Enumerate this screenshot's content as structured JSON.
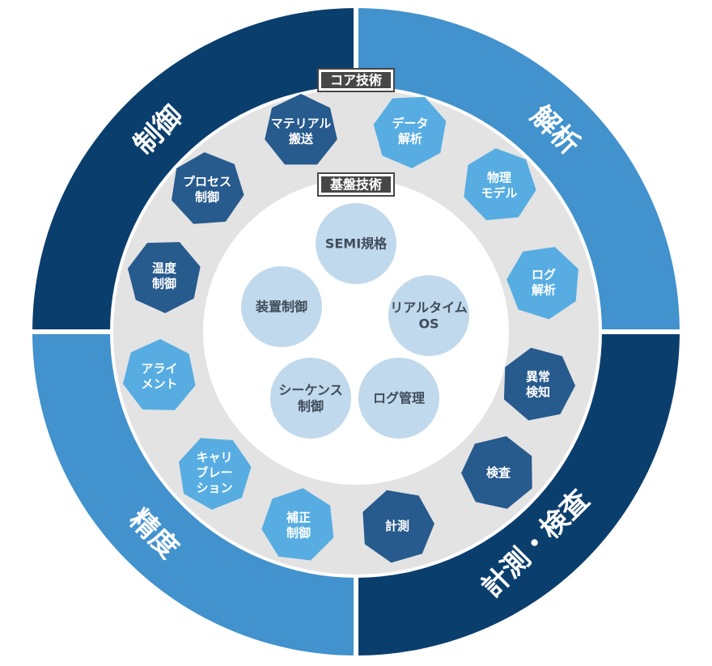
{
  "colors": {
    "navy": "#0a3e6d",
    "blue": "#4192cd",
    "hex_dark": "#275a8d",
    "hex_light": "#57ade2",
    "ring_gray": "#e3e3e4",
    "inner_circle": "#c1d9ec",
    "badge_bg": "#474747",
    "white": "#ffffff",
    "text_dark": "#3f4c5a"
  },
  "quadrants": [
    {
      "label": "制御",
      "color": "navy"
    },
    {
      "label": "解析",
      "color": "blue"
    },
    {
      "label": "計測・検査",
      "color": "navy"
    },
    {
      "label": "精度",
      "color": "blue"
    }
  ],
  "badges": {
    "core": "コア技術",
    "base": "基盤技術"
  },
  "core_technologies": [
    {
      "lines": [
        "マテリアル",
        "搬送"
      ],
      "shade": "dark"
    },
    {
      "lines": [
        "データ",
        "解析"
      ],
      "shade": "light"
    },
    {
      "lines": [
        "物理",
        "モデル"
      ],
      "shade": "light"
    },
    {
      "lines": [
        "ログ",
        "解析"
      ],
      "shade": "light"
    },
    {
      "lines": [
        "異常",
        "検知"
      ],
      "shade": "dark"
    },
    {
      "lines": [
        "検査"
      ],
      "shade": "dark"
    },
    {
      "lines": [
        "計測"
      ],
      "shade": "dark"
    },
    {
      "lines": [
        "補正",
        "制御"
      ],
      "shade": "light"
    },
    {
      "lines": [
        "キャリ",
        "ブレー",
        "ション"
      ],
      "shade": "light"
    },
    {
      "lines": [
        "アライ",
        "メント"
      ],
      "shade": "light"
    },
    {
      "lines": [
        "温度",
        "制御"
      ],
      "shade": "dark"
    },
    {
      "lines": [
        "プロセス",
        "制御"
      ],
      "shade": "dark"
    }
  ],
  "base_technologies": [
    {
      "lines": [
        "SEMI規格"
      ]
    },
    {
      "lines": [
        "リアルタイム",
        "OS"
      ]
    },
    {
      "lines": [
        "ログ管理"
      ]
    },
    {
      "lines": [
        "シーケンス",
        "制御"
      ]
    },
    {
      "lines": [
        "装置制御"
      ]
    }
  ]
}
